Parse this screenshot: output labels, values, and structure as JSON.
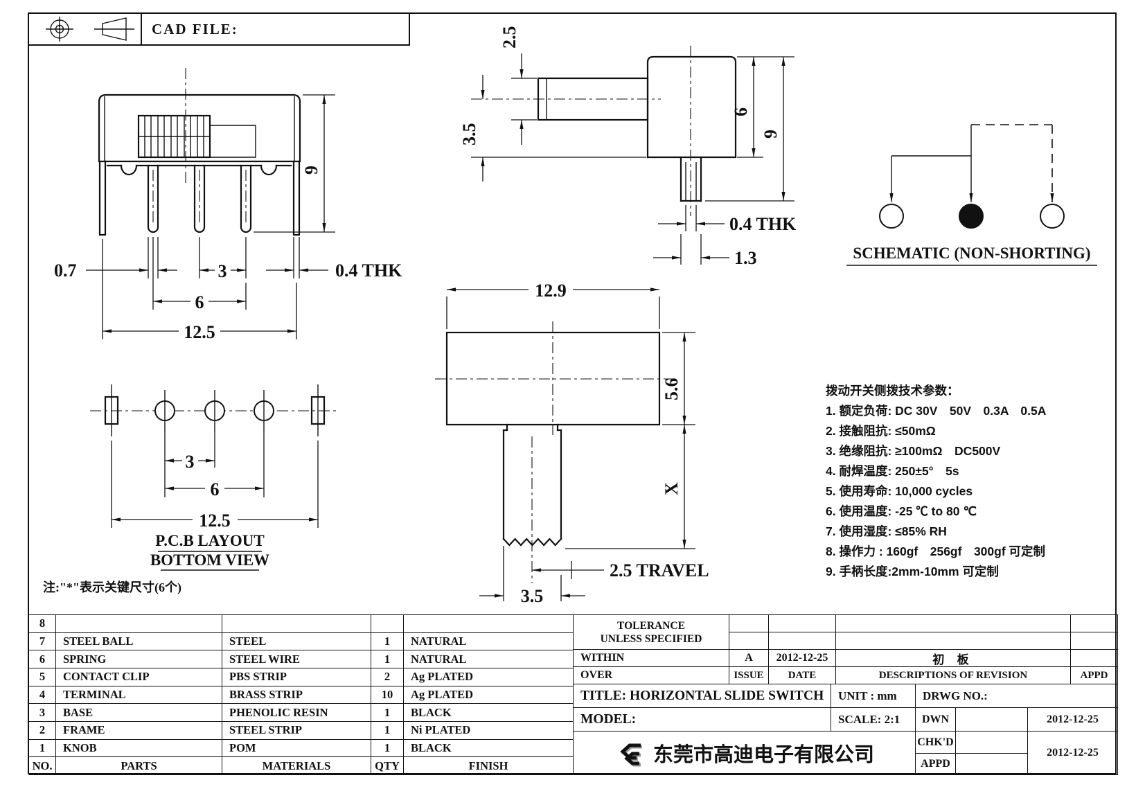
{
  "header": {
    "cad_file_label": "CAD FILE:"
  },
  "front_view": {
    "dim_height": "9",
    "dim_tab": "0.7",
    "dim_pitch": "3",
    "dim_span": "6",
    "dim_width": "12.5",
    "dim_thk": "0.4 THK"
  },
  "side_view": {
    "dim_lever": "2.5",
    "dim_drop": "3.5",
    "dim_body_height": "6",
    "dim_total_height": "9",
    "dim_thk": "0.4 THK",
    "dim_pin_width": "1.3"
  },
  "schematic": {
    "caption": "SCHEMATIC (NON-SHORTING)"
  },
  "top_view": {
    "dim_width": "12.9",
    "dim_depth": "5.6",
    "dim_x": "X",
    "dim_travel": "2.5 TRAVEL",
    "dim_handle": "3.5"
  },
  "pcb_view": {
    "dim_pitch": "3",
    "dim_span": "6",
    "dim_width": "12.5",
    "caption_line1": "P.C.B LAYOUT",
    "caption_line2": "BOTTOM VIEW"
  },
  "note": "注:\"*\"表示关键尺寸(6个)",
  "tech_params": {
    "title": "拨动开关侧拨技术参数：",
    "items": [
      "1.  额定负荷: DC 30V　50V　0.3A　0.5A",
      "2.  接触阻抗:  ≤50mΩ",
      "3.  绝缘阻抗:  ≥100mΩ　DC500V",
      "4.  耐焊温度: 250±5°　5s",
      "5.  使用寿命: 10,000 cycles",
      "6.  使用温度: -25 ℃  to 80 ℃",
      "7.  使用湿度:  ≤85% RH",
      "8.  操作力 : 160gf　256gf　300gf  可定制",
      "9.  手柄长度:2mm-10mm  可定制"
    ]
  },
  "parts_table": {
    "headers": {
      "no": "NO.",
      "parts": "PARTS",
      "materials": "MATERIALS",
      "qty": "QTY",
      "finish": "FINISH"
    },
    "rows": [
      {
        "no": "8",
        "part": "",
        "material": "",
        "qty": "",
        "finish": ""
      },
      {
        "no": "7",
        "part": "STEEL BALL",
        "material": "STEEL",
        "qty": "1",
        "finish": "NATURAL"
      },
      {
        "no": "6",
        "part": "SPRING",
        "material": "STEEL WIRE",
        "qty": "1",
        "finish": "NATURAL"
      },
      {
        "no": "5",
        "part": "CONTACT CLIP",
        "material": "PBS STRIP",
        "qty": "2",
        "finish": "Ag PLATED"
      },
      {
        "no": "4",
        "part": "TERMINAL",
        "material": "BRASS STRIP",
        "qty": "10",
        "finish": "Ag PLATED"
      },
      {
        "no": "3",
        "part": "BASE",
        "material": "PHENOLIC RESIN",
        "qty": "1",
        "finish": "BLACK"
      },
      {
        "no": "2",
        "part": "FRAME",
        "material": "STEEL STRIP",
        "qty": "1",
        "finish": "Ni PLATED"
      },
      {
        "no": "1",
        "part": "KNOB",
        "material": "POM",
        "qty": "1",
        "finish": "BLACK"
      }
    ]
  },
  "title_block": {
    "tolerance_line1": "TOLERANCE",
    "tolerance_line2": "UNLESS  SPECIFIED",
    "within": "WITHIN",
    "over": "OVER",
    "issue_value": "A",
    "date_value": "2012-12-25",
    "revision_value": "初 板",
    "issue_header": "ISSUE",
    "date_header": "DATE",
    "revision_header": "DESCRIPTIONS  OF  REVISION",
    "appd_header": "APPD",
    "title": "TITLE:  HORIZONTAL  SLIDE  SWITCH",
    "unit": "UNIT : mm",
    "drwg_no": "DRWG  NO.:",
    "model": "MODEL:",
    "scale": "SCALE:  2:1",
    "dwn": "DWN",
    "chkd": "CHK'D",
    "appd": "APPD",
    "dwn_date": "2012-12-25",
    "appd_date": "2012-12-25",
    "company": "东莞市高迪电子有限公司"
  }
}
